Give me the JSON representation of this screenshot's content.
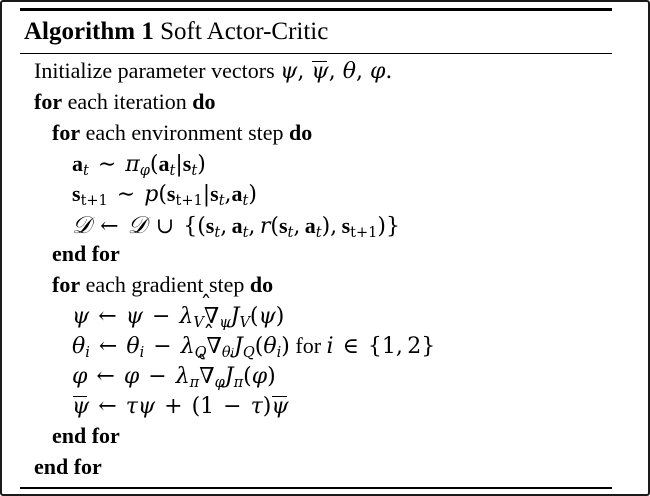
{
  "figure": {
    "kind": "algorithm-float",
    "caption_prefix": "Algorithm 1",
    "caption_title": "Soft Actor-Critic",
    "caption_full": "Algorithm 1 Soft Actor-Critic",
    "background_color": "#ffffff",
    "text_color": "#000000",
    "rule_color": "#000000"
  },
  "lines": [
    {
      "id": "init",
      "indent": 0,
      "kind": "statement",
      "text": "Initialize parameter vectors ψ, ψ̄, θ, φ.",
      "keywords": [],
      "lead": "Initialize parameter vectors",
      "symbols": [
        "ψ",
        "ψ̄",
        "θ",
        "φ"
      ],
      "terminator": "."
    },
    {
      "id": "for-iteration",
      "indent": 0,
      "kind": "loop-open",
      "text": "for each iteration do",
      "keywords": [
        "for",
        "do"
      ],
      "body_text": "each iteration"
    },
    {
      "id": "for-env-step",
      "indent": 1,
      "kind": "loop-open",
      "text": "for each environment step do",
      "keywords": [
        "for",
        "do"
      ],
      "body_text": "each environment step"
    },
    {
      "id": "sample-action",
      "indent": 2,
      "kind": "math",
      "text": "a_t ~ π_φ(a_t|s_t)",
      "latex": "\\mathbf{a}_t \\sim \\pi_\\phi(\\mathbf{a}_t|\\mathbf{s}_t)"
    },
    {
      "id": "sample-next-state",
      "indent": 2,
      "kind": "math",
      "text": "s_{t+1} ~ p(s_{t+1}|s_t, a_t)",
      "latex": "\\mathbf{s}_{t+1} \\sim p(\\mathbf{s}_{t+1}|\\mathbf{s}_t,\\mathbf{a}_t)"
    },
    {
      "id": "replay-buffer-update",
      "indent": 2,
      "kind": "math",
      "text": "D ← D ∪ {(s_t, a_t, r(s_t, a_t), s_{t+1})}",
      "latex": "\\mathcal{D} \\leftarrow \\mathcal{D} \\cup \\{(\\mathbf{s}_t,\\mathbf{a}_t,r(\\mathbf{s}_t,\\mathbf{a}_t),\\mathbf{s}_{t+1})\\}"
    },
    {
      "id": "end-for-env-step",
      "indent": 1,
      "kind": "loop-close",
      "text": "end for",
      "keywords": [
        "end",
        "for"
      ]
    },
    {
      "id": "for-gradient-step",
      "indent": 1,
      "kind": "loop-open",
      "text": "for each gradient step do",
      "keywords": [
        "for",
        "do"
      ],
      "body_text": "each gradient step"
    },
    {
      "id": "update-psi",
      "indent": 2,
      "kind": "math",
      "text": "ψ ← ψ − λ_V ∇̂_ψ J_V(ψ)",
      "latex": "\\psi \\leftarrow \\psi - \\lambda_V \\hat{\\nabla}_\\psi J_V(\\psi)"
    },
    {
      "id": "update-theta",
      "indent": 2,
      "kind": "math",
      "text": "θ_i ← θ_i − λ_Q ∇̂_{θ_i} J_Q(θ_i) for i ∈ {1, 2}",
      "latex": "\\theta_i \\leftarrow \\theta_i - \\lambda_Q \\hat{\\nabla}_{\\theta_i} J_Q(\\theta_i)\\text{ for } i \\in \\{1,2\\}",
      "index_set": [
        1,
        2
      ]
    },
    {
      "id": "update-phi",
      "indent": 2,
      "kind": "math",
      "text": "φ ← φ − λ_π ∇̂_φ J_π(φ)",
      "latex": "\\phi \\leftarrow \\phi - \\lambda_\\pi \\hat{\\nabla}_\\phi J_\\pi(\\phi)"
    },
    {
      "id": "update-psi-bar",
      "indent": 2,
      "kind": "math",
      "text": "ψ̄ ← τψ + (1 − τ)ψ̄",
      "latex": "\\bar{\\psi} \\leftarrow \\tau\\psi + (1-\\tau)\\bar{\\psi}"
    },
    {
      "id": "end-for-gradient-step",
      "indent": 1,
      "kind": "loop-close",
      "text": "end for",
      "keywords": [
        "end",
        "for"
      ]
    },
    {
      "id": "end-for-iteration",
      "indent": 0,
      "kind": "loop-close",
      "text": "end for",
      "keywords": [
        "end",
        "for"
      ]
    }
  ],
  "tokens": {
    "kw_for": "for",
    "kw_do": "do",
    "kw_end": "end",
    "kw_end_for": "end for",
    "init_lead": "Initialize parameter vectors",
    "body_iteration": "each iteration",
    "body_env_step": "each environment step",
    "body_gradient_step": "each gradient step",
    "for_italic": "for",
    "period": ".",
    "comma": ",",
    "sim": "∼",
    "gets": "←",
    "cup": "∪",
    "in": "∈",
    "minus": "−",
    "plus": "+",
    "bar_pipe": "|",
    "lparen": "(",
    "rparen": ")",
    "lbrace": "{",
    "rbrace": "}",
    "psi": "ψ",
    "theta": "θ",
    "phi": "φ",
    "pi": "π",
    "lambda": "λ",
    "tau": "τ",
    "nabla": "∇",
    "calD": "𝒟",
    "vec_a": "a",
    "vec_s": "s",
    "sub_t": "t",
    "sub_t1": "t+1",
    "sub_i": "i",
    "sub_V": "V",
    "sub_Q": "Q",
    "letter_p": "p",
    "letter_r": "r",
    "letter_J": "J",
    "one": "1",
    "two": "2"
  }
}
